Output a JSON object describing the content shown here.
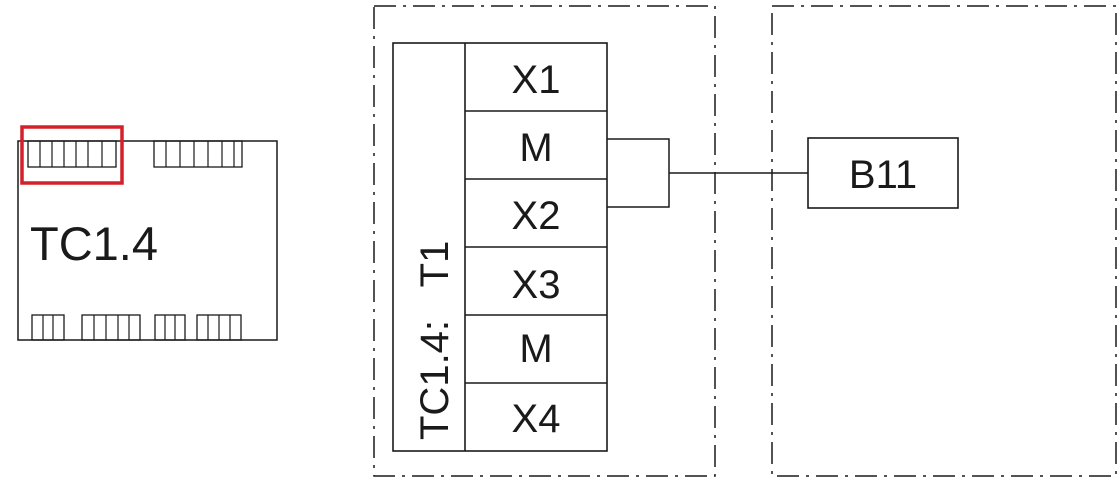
{
  "board": {
    "label": "TC1.4",
    "highlight_color": "#d4202a"
  },
  "terminal_strip": {
    "vertical_label": "TC1.4:   T1",
    "terminals": [
      "X1",
      "M",
      "X2",
      "X3",
      "M",
      "X4"
    ]
  },
  "sensor": {
    "label": "B11"
  }
}
